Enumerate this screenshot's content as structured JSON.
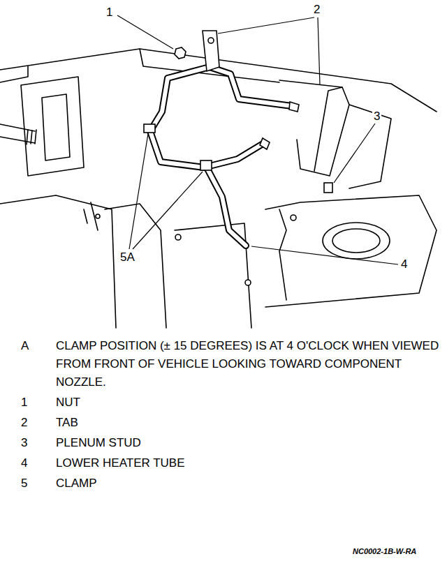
{
  "diagram": {
    "labels": [
      "1",
      "2",
      "3",
      "4",
      "5A",
      "A",
      "CLAMP POSITION (± 15 DEGREES) IS AT 4 O'CLOCK WHEN VIEWED FROM FRONT OF VEHICLE LOOKING TOWARD COMPONENT NOZZLE.",
      "1",
      "NUT",
      "2",
      "TAB",
      "3",
      "PLENUM STUD",
      "4",
      "LOWER HEATER TUBE",
      "5",
      "CLAMP",
      "NC0002-1B-W-RA"
    ]
  }
}
